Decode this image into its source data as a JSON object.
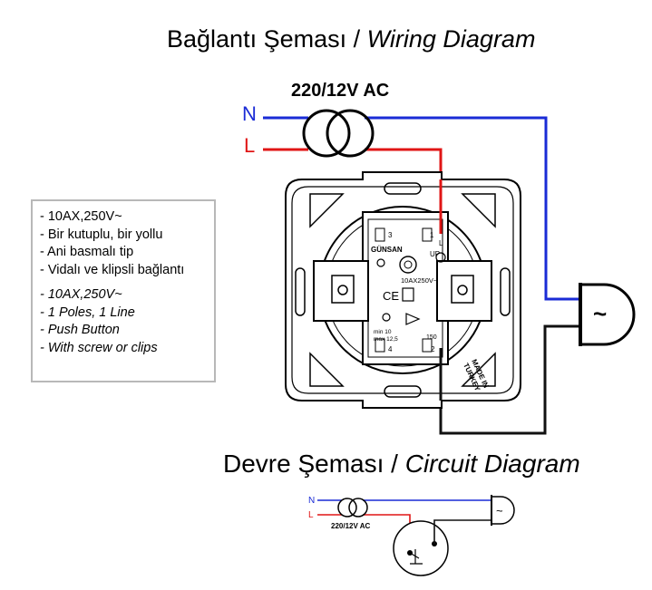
{
  "header": {
    "title_tr": "Bağlantı Şeması /",
    "title_en": "Wiring Diagram"
  },
  "supply": {
    "label": "220/12V AC",
    "neutral_label": "N",
    "live_label": "L"
  },
  "specs": {
    "tr": [
      "- 10AX,250V~",
      "- Bir kutuplu, bir yollu",
      "- Ani basmalı tip",
      "- Vidalı ve klipsli bağlantı"
    ],
    "en": [
      "- 10AX,250V~",
      "- 1 Poles, 1 Line",
      "- Push Button",
      "- With screw or clips"
    ]
  },
  "device": {
    "brand": "GÜNSAN",
    "rating": "10AX250V~",
    "terminal_1": "1",
    "terminal_2": "2",
    "terminal_3": "3",
    "terminal_4": "4",
    "terminal_l": "L",
    "up_label": "UP",
    "wire_min": "min 10",
    "wire_max": "max 12,5",
    "code": "150",
    "origin_line1": "MADE IN",
    "origin_line2": "TURKEY"
  },
  "lamp": {
    "symbol": "~"
  },
  "circuit": {
    "title_tr": "Devre Şeması /",
    "title_en": "Circuit Diagram",
    "neutral_label": "N",
    "live_label": "L",
    "supply_label": "220/12V AC",
    "lamp_symbol": "~"
  },
  "colors": {
    "neutral": "#1a2bd6",
    "live": "#e01515",
    "return": "#111111",
    "spec_border": "#b8b8b8"
  }
}
